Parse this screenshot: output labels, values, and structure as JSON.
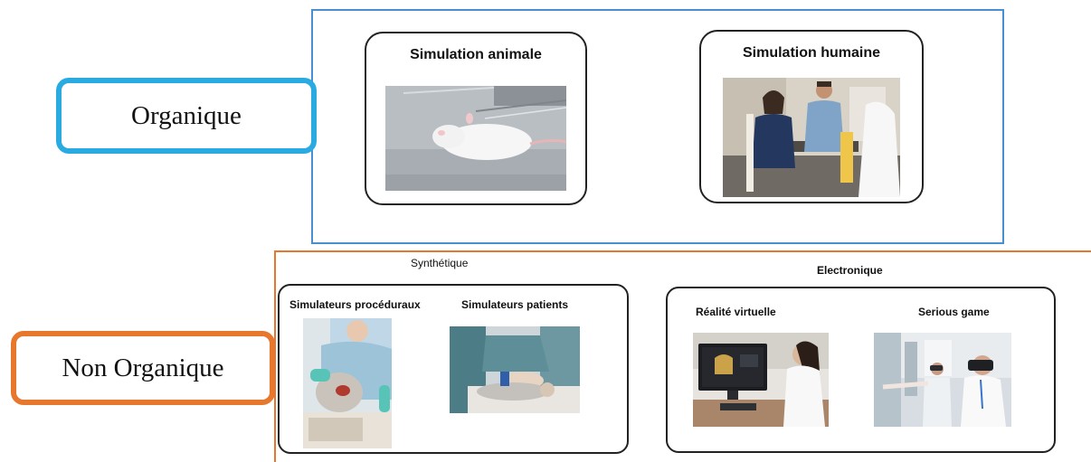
{
  "categories": {
    "organique": "Organique",
    "non_organique": "Non Organique"
  },
  "organique": {
    "animal": {
      "title": "Simulation animale",
      "image": "lab-rat-photo"
    },
    "human": {
      "title": "Simulation humaine",
      "image": "standardized-patient-photo"
    }
  },
  "non_organique": {
    "synthetique": {
      "label": "Synthétique",
      "procedural": {
        "title": "Simulateurs procéduraux",
        "image": "dental-procedure-trainer-photo"
      },
      "patient": {
        "title": "Simulateurs patients",
        "image": "manikin-cpr-photo"
      }
    },
    "electronique": {
      "label": "Electronique",
      "vr": {
        "title": "Réalité virtuelle",
        "image": "virtual-reality-workstation-photo"
      },
      "serious_game": {
        "title": "Serious game",
        "image": "vr-headset-users-photo"
      }
    }
  },
  "colors": {
    "organique_accent": "#29abe2",
    "non_organique_accent": "#e8772e",
    "organique_region_border": "#4a90d0"
  }
}
